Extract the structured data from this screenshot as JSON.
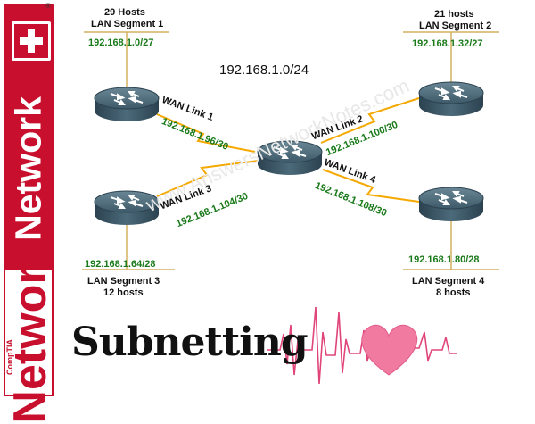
{
  "brand": {
    "network_vertical": "Network",
    "network_vertical_large": "Network",
    "comptia": "CompTIA",
    "plus_symbol": "+",
    "registered_mark": "®",
    "brand_color": "#c8102e"
  },
  "diagram": {
    "network_address": "192.168.1.0/24",
    "watermark": "www.AnswersNetworkNotes.com",
    "lan_segments": [
      {
        "hosts": "29 Hosts",
        "name": "LAN Segment 1",
        "subnet": "192.168.1.0/27"
      },
      {
        "hosts": "21 hosts",
        "name": "LAN Segment 2",
        "subnet": "192.168.1.32/27"
      },
      {
        "hosts": "12 hosts",
        "name": "LAN Segment 3",
        "subnet": "192.168.1.64/28"
      },
      {
        "hosts": "8 hosts",
        "name": "LAN Segment 4",
        "subnet": "192.168.1.80/28"
      }
    ],
    "wan_links": [
      {
        "name": "WAN Link 1",
        "subnet": "192.168.1.96/30"
      },
      {
        "name": "WAN Link 2",
        "subnet": "192.168.1.100/30"
      },
      {
        "name": "WAN Link 3",
        "subnet": "192.168.1.104/30"
      },
      {
        "name": "WAN Link 4",
        "subnet": "192.168.1.108/30"
      }
    ],
    "colors": {
      "ip_text": "#1a7a1a",
      "lan_line": "#d4b060",
      "wan_bolt": "#f5a800",
      "heartbeat": "#e0457a",
      "heart": "#f07aa0"
    }
  },
  "title": {
    "subnetting": "Subnetting"
  },
  "icons": [
    "router-icon",
    "heart-icon",
    "heartbeat-line-icon",
    "plus-icon"
  ]
}
